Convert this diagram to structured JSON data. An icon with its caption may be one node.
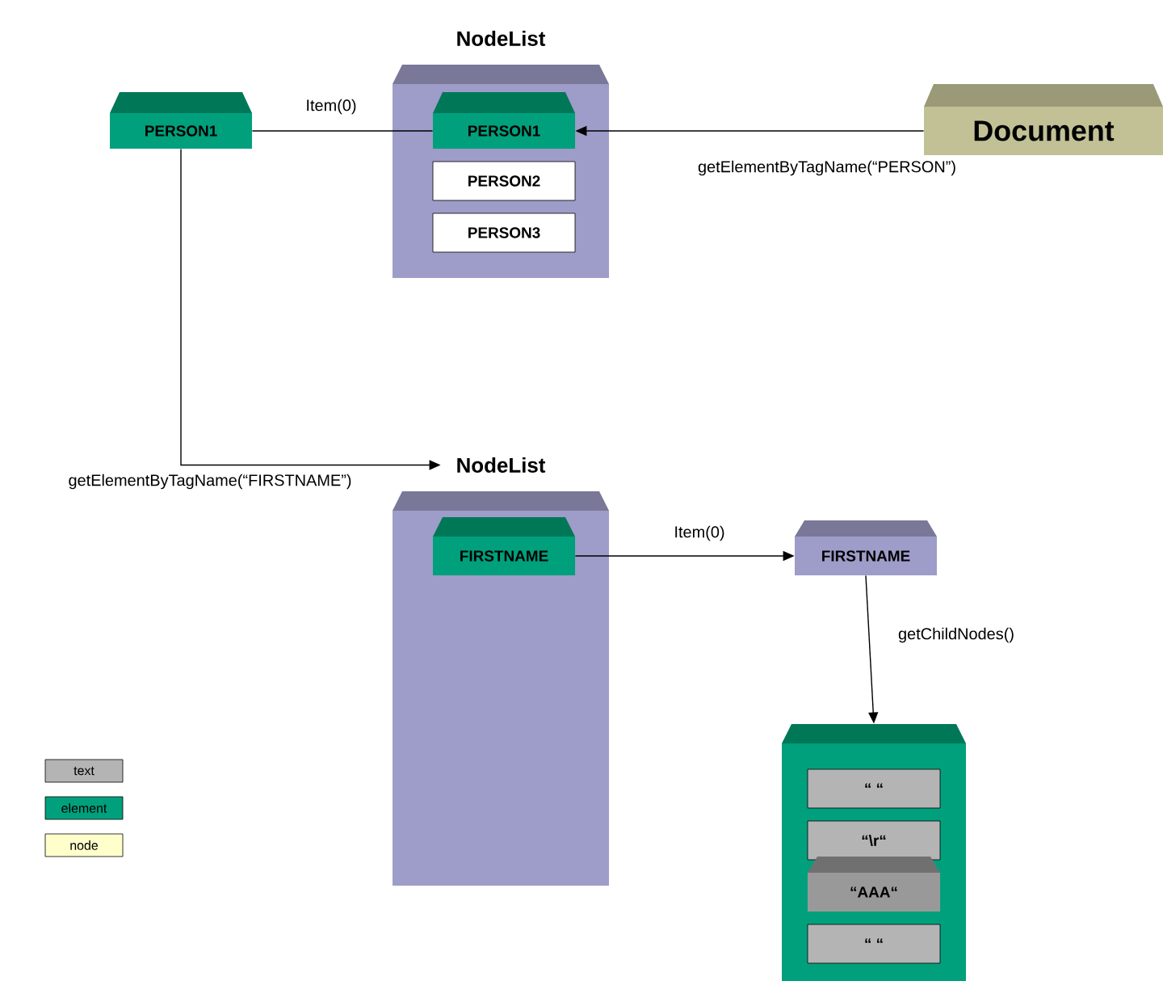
{
  "diagram": {
    "nodes": [
      {
        "text": [
          "NodeList"
        ]
      },
      {
        "text": [
          "PERSON1"
        ],
        "in": 0
      },
      {
        "text": [
          "PERSON2"
        ],
        "in": 0
      },
      {
        "text": [
          "PERSON3"
        ],
        "in": 0
      },
      {
        "text": [
          "PERSON1"
        ]
      },
      {
        "text": [
          "Document"
        ]
      },
      {
        "text": [
          "NodeList"
        ]
      },
      {
        "text": [
          "FIRSTNAME"
        ],
        "in": 6
      },
      {
        "text": [
          "FIRSTNAME"
        ]
      },
      {
        "text": [],
        "shape": "box"
      },
      {
        "text": [
          "“ “"
        ],
        "in": 9
      },
      {
        "text": [
          "“\\r“"
        ],
        "in": 9
      },
      {
        "text": [
          "“AAA“"
        ],
        "in": 9
      },
      {
        "text": [
          "“ “"
        ],
        "in": 9
      }
    ],
    "edges": [
      {
        "from": 1,
        "to": 4,
        "arrow": "none",
        "label": "Item(0)"
      },
      {
        "from": 5,
        "to": 1,
        "arrow": "to",
        "label": "getElementByTagName(“PERSON”)"
      },
      {
        "from": 4,
        "to": 6,
        "arrow": "to",
        "label": "getElementByTagName(“FIRSTNAME”)"
      },
      {
        "from": 7,
        "to": 8,
        "arrow": "to",
        "label": "Item(0)"
      },
      {
        "from": 8,
        "to": 9,
        "arrow": "to",
        "label": "getChildNodes()"
      }
    ],
    "legend": [
      {
        "text": "text",
        "color": "#b4b4b4"
      },
      {
        "text": "element",
        "color": "#00a07c"
      },
      {
        "text": "node",
        "color": "#ffffcc"
      }
    ]
  }
}
